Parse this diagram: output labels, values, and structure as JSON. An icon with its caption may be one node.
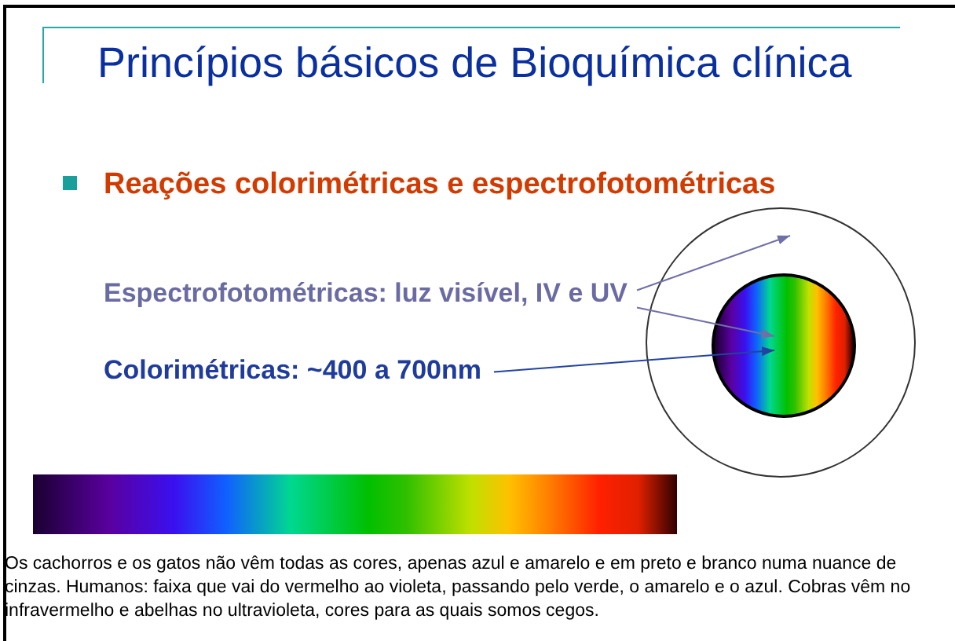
{
  "diagram": {
    "title": "Princípios básicos de Bioquímica clínica",
    "nodes": [
      {
        "text": [
          "Espectrofotométricas: luz visível, IV e UV"
        ]
      },
      {
        "text": [
          "Colorimétricas: ~400 a 700nm"
        ]
      },
      {
        "text": [],
        "shape": "circle"
      },
      {
        "text": [],
        "shape": "circle",
        "in": 2
      },
      {
        "text": [],
        "shape": "bar"
      }
    ],
    "edges": [
      {
        "from": 0,
        "to": 2,
        "arrow": "to"
      },
      {
        "from": 0,
        "to": 3,
        "arrow": "to"
      },
      {
        "from": 1,
        "to": 3,
        "arrow": "to",
        "color": "#2343a0"
      }
    ],
    "labels": [
      "Reações colorimétricas e espectrofotométricas",
      "Os cachorros e os gatos não vêm todas as cores, apenas azul e amarelo e em preto e branco numa nuance de cinzas. Humanos: faixa que vai do vermelho ao violeta, passando pelo verde, o amarelo e o azul. Cobras vêm no infravermelho e abelhas no ultravioleta, cores para as quais somos cegos."
    ]
  }
}
